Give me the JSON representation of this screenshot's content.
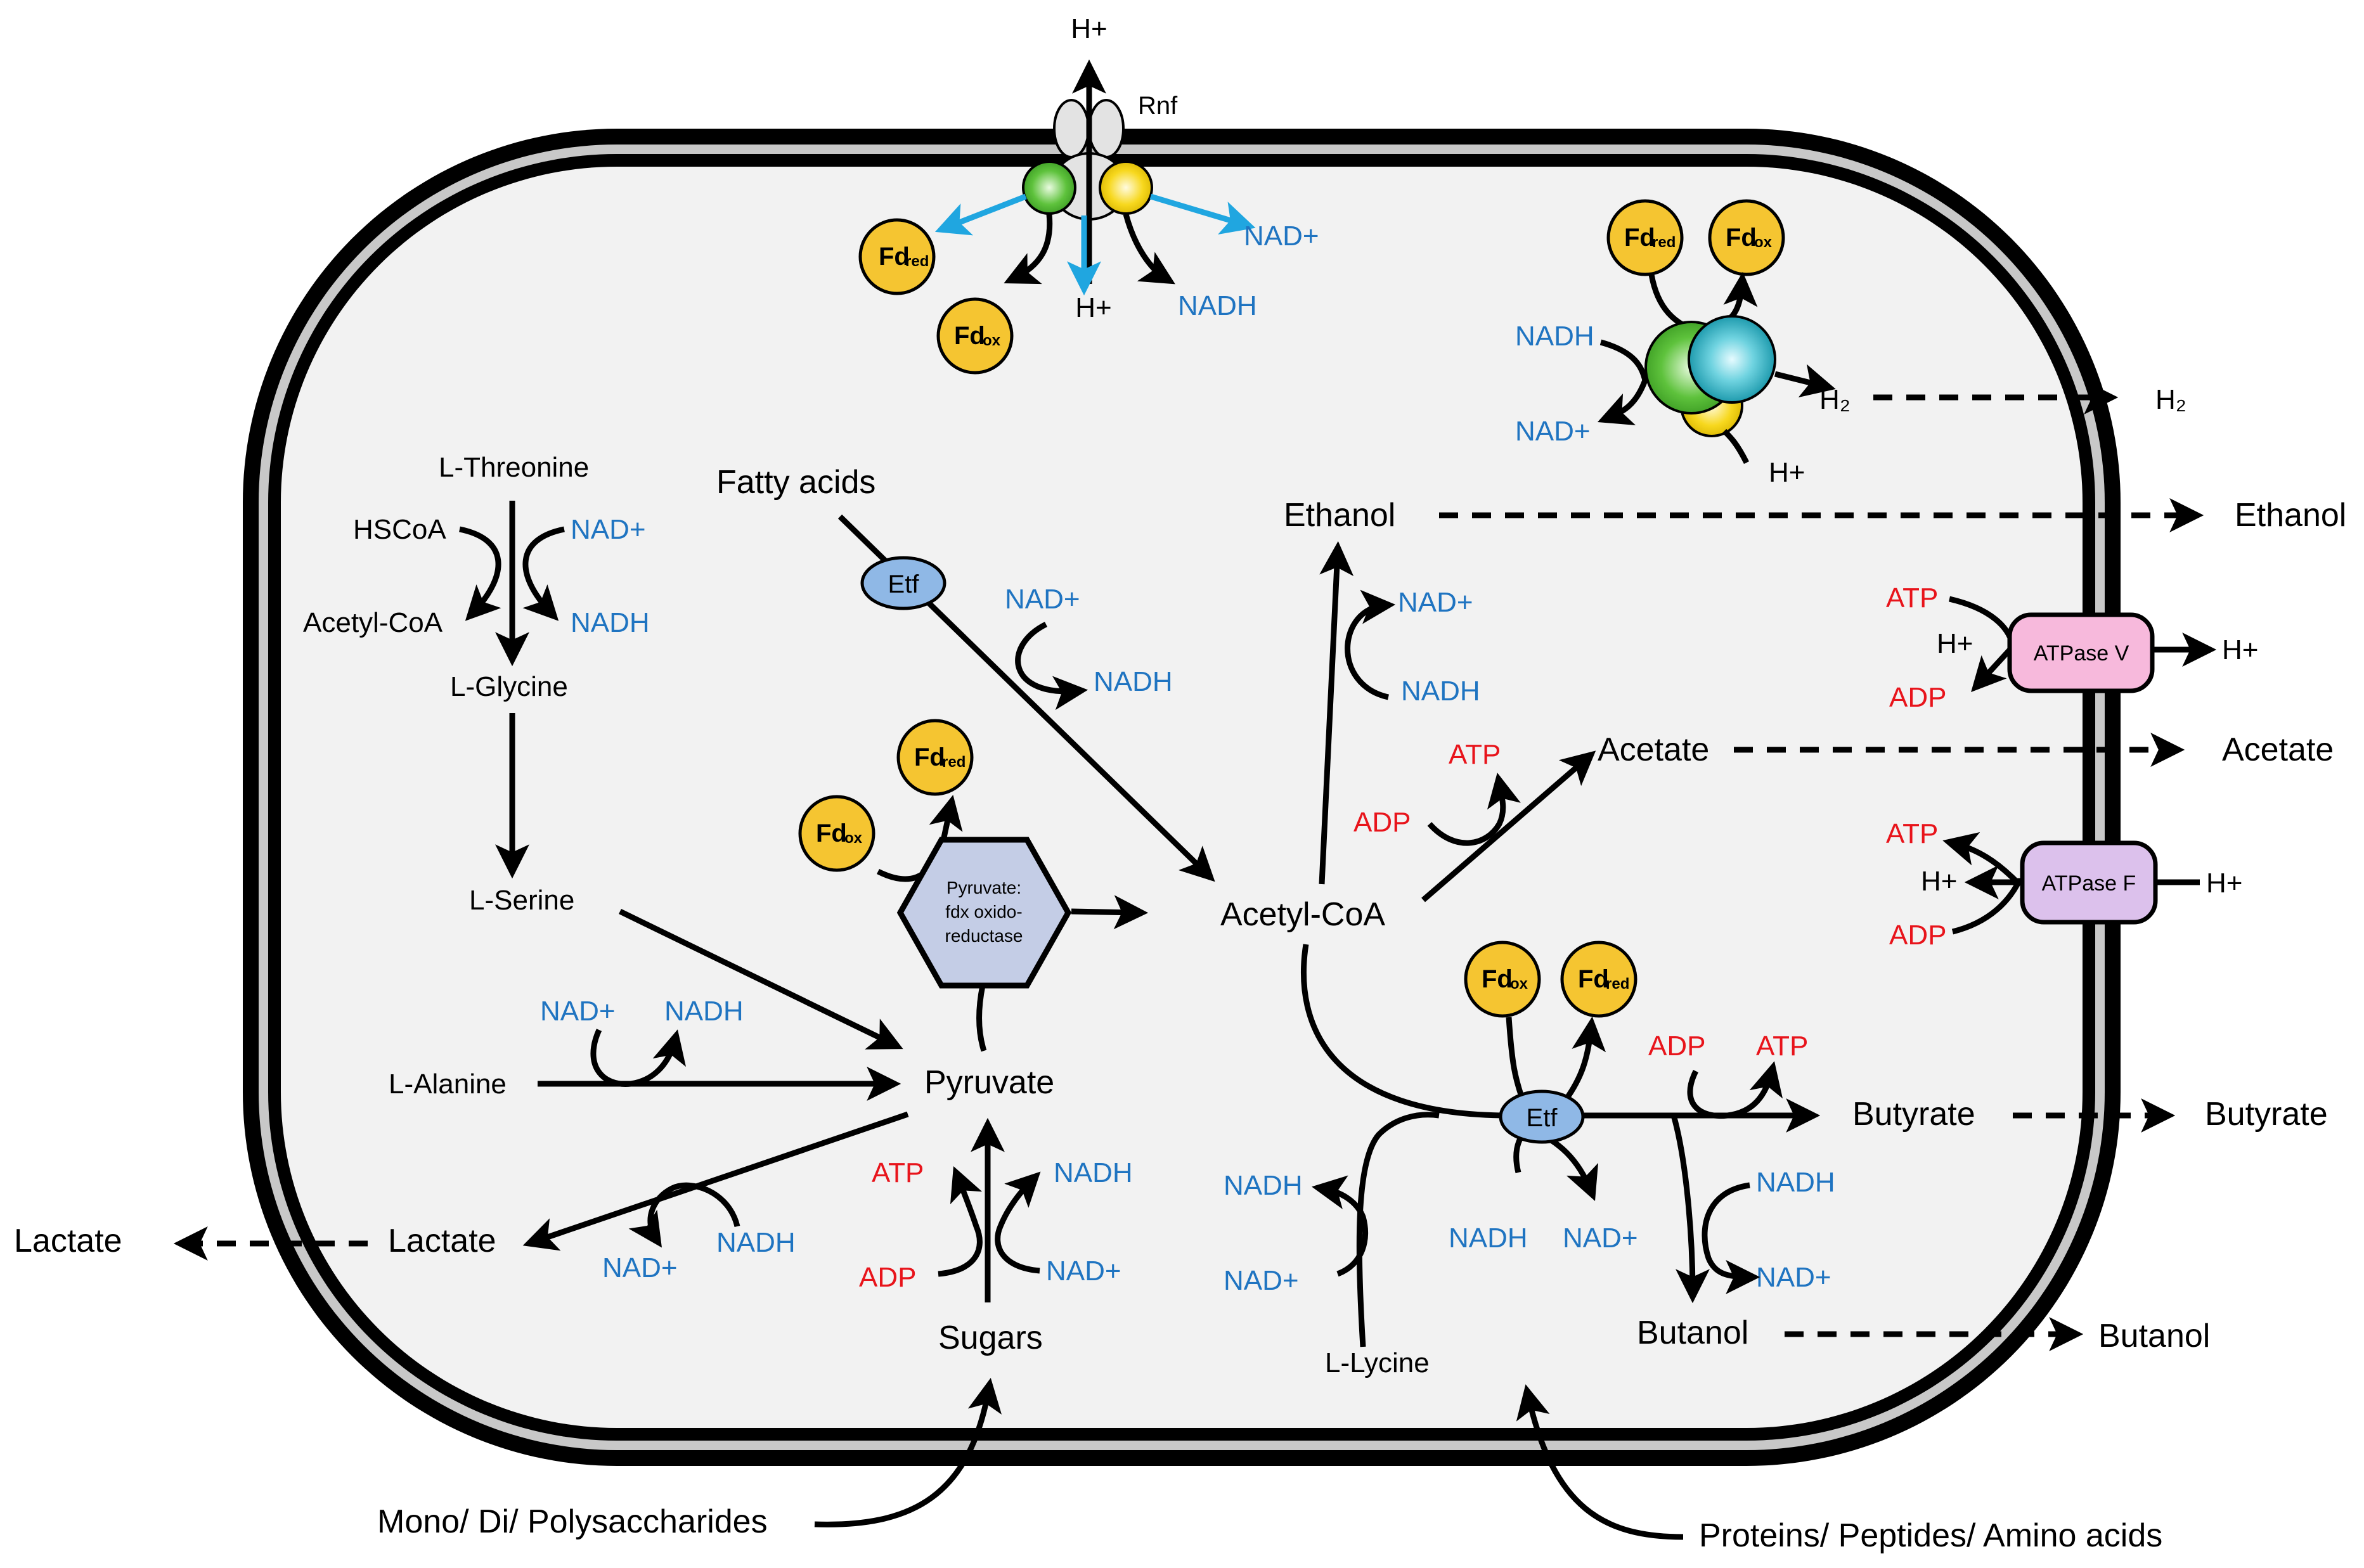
{
  "labels": {
    "rnf": "Rnf",
    "h_plus_top": "H+",
    "h_plus_rnf_in": "H+",
    "nad_plus_rnf": "NAD+",
    "nadh_rnf": "NADH",
    "fd_red_rnf": "Fd",
    "fd_red_rnf_sub": "red",
    "fd_ox_rnf": "Fd",
    "fd_ox_rnf_sub": "ox",
    "fd_red_hyd": "Fd",
    "fd_red_hyd_sub": "red",
    "fd_ox_hyd": "Fd",
    "fd_ox_hyd_sub": "ox",
    "nadh_hyd": "NADH",
    "nad_plus_hyd": "NAD+",
    "h2_in": "H₂",
    "h2_out": "H₂",
    "h_plus_hyd": "H+",
    "l_threonine": "L-Threonine",
    "hscoa": "HSCoA",
    "nad_plus_thr": "NAD+",
    "acetyl_coa_thr": "Acetyl-CoA",
    "nadh_thr": "NADH",
    "l_glycine": "L-Glycine",
    "l_serine": "L-Serine",
    "fatty_acids": "Fatty acids",
    "etf_fa": "Etf",
    "nad_plus_fa": "NAD+",
    "nadh_fa": "NADH",
    "fd_red_pfor": "Fd",
    "fd_red_pfor_sub": "red",
    "fd_ox_pfor": "Fd",
    "fd_ox_pfor_sub": "ox",
    "pfor_line1": "Pyruvate:",
    "pfor_line2": "fdx oxido-",
    "pfor_line3": "reductase",
    "nad_plus_ala": "NAD+",
    "nadh_ala": "NADH",
    "l_alanine": "L-Alanine",
    "pyruvate": "Pyruvate",
    "lactate_in": "Lactate",
    "lactate_out": "Lactate",
    "nad_plus_lac": "NAD+",
    "nadh_lac": "NADH",
    "atp_sug": "ATP",
    "adp_sug": "ADP",
    "nadh_sug": "NADH",
    "nad_plus_sug": "NAD+",
    "sugars": "Sugars",
    "polysaccharides": "Mono/ Di/ Polysaccharides",
    "ethanol_in": "Ethanol",
    "ethanol_out": "Ethanol",
    "nad_plus_eth": "NAD+",
    "nadh_eth": "NADH",
    "acetyl_coa": "Acetyl-CoA",
    "atp_ace": "ATP",
    "adp_ace": "ADP",
    "acetate_in": "Acetate",
    "acetate_out": "Acetate",
    "atp_v": "ATP",
    "h_plus_v_in": "H+",
    "atpase_v": "ATPase V",
    "h_plus_v_out": "H+",
    "adp_v": "ADP",
    "atp_f": "ATP",
    "h_plus_f_in": "H+",
    "atpase_f": "ATPase F",
    "h_plus_f_out": "H+",
    "adp_f": "ADP",
    "fd_ox_but": "Fd",
    "fd_ox_but_sub": "ox",
    "fd_red_but": "Fd",
    "fd_red_but_sub": "red",
    "etf_but": "Etf",
    "adp_but": "ADP",
    "atp_but": "ATP",
    "butyrate_in": "Butyrate",
    "butyrate_out": "Butyrate",
    "nadh_lys": "NADH",
    "nad_plus_lys": "NAD+",
    "nadh_etf": "NADH",
    "nad_plus_etf": "NAD+",
    "nadh_bol": "NADH",
    "nad_plus_bol": "NAD+",
    "butanol_in": "Butanol",
    "butanol_out": "Butanol",
    "l_lycine": "L-Lycine",
    "proteins": "Proteins/ Peptides/ Amino acids"
  },
  "colors": {
    "cell_fill": "#f2f2f2",
    "membrane_dark": "#000000",
    "membrane_mid": "#c8c8c8",
    "ferredoxin": "#f5c531",
    "etf": "#8fb8e6",
    "pfor": "#c4cde6",
    "atpase_v": "#f7b9dc",
    "atpase_f": "#dcc1ec",
    "rnf_green": "#5ec23c",
    "rnf_yellow": "#f7d81e",
    "hyd_teal": "#17a9bd",
    "nad_blue": "#1f74c1",
    "atp_red": "#e8141b",
    "rnf_arrow_cyan": "#20a6e0"
  }
}
